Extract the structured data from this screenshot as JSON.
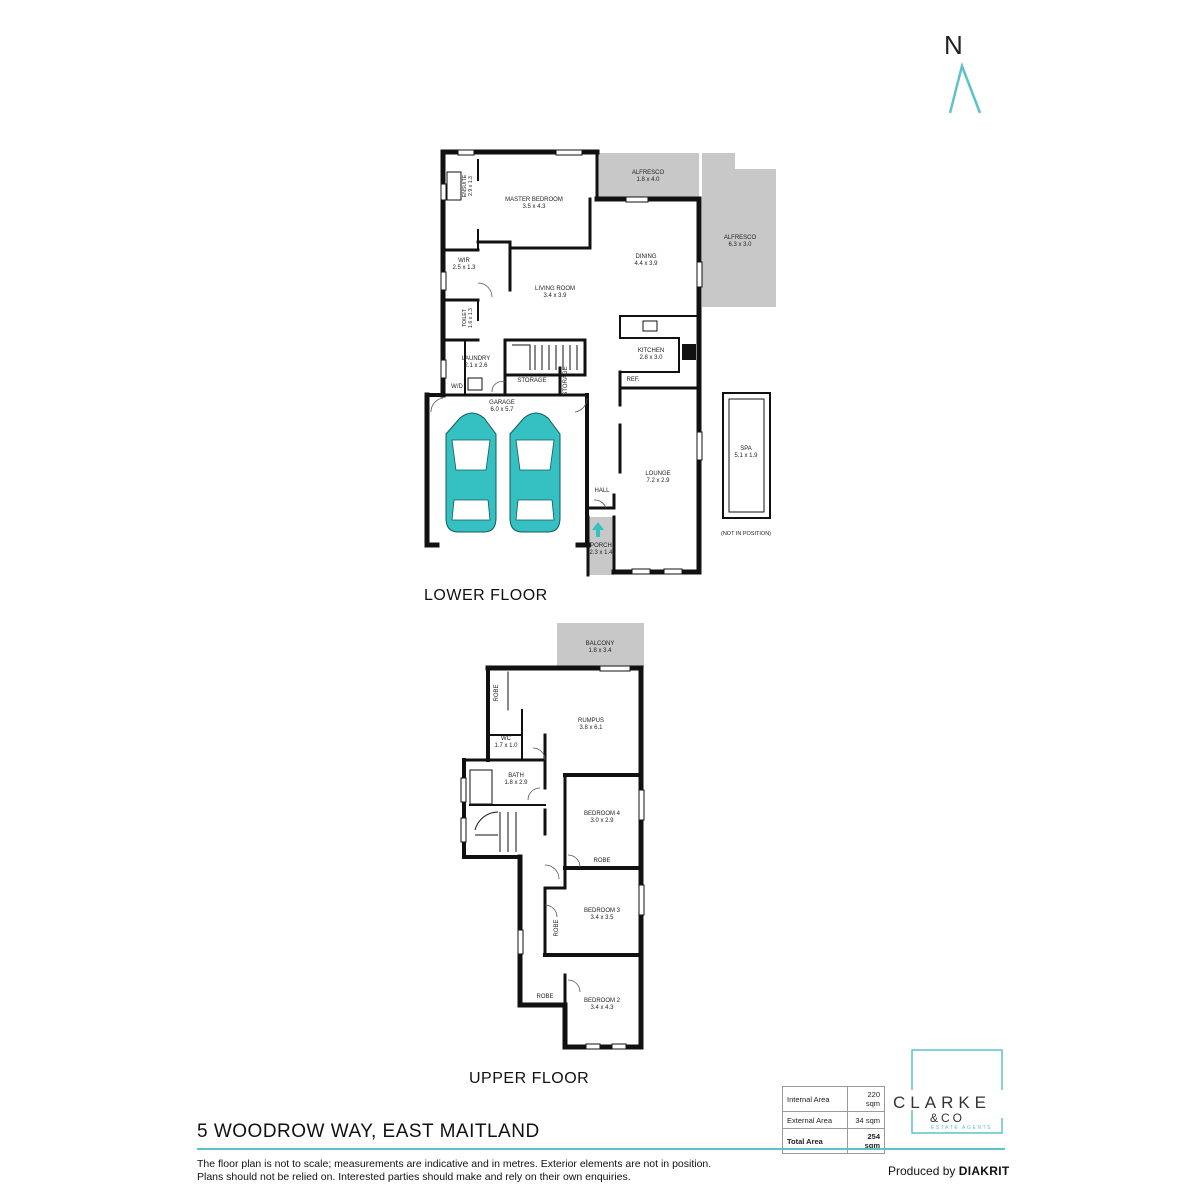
{
  "north": {
    "label": "N"
  },
  "floors": [
    {
      "title": "LOWER FLOOR"
    },
    {
      "title": "UPPER FLOOR"
    }
  ],
  "rooms": [
    {
      "key": "master",
      "name": "MASTER BEDROOM",
      "dims": "3.5 x 4.3"
    },
    {
      "key": "alf1",
      "name": "ALFRESCO",
      "dims": "1.8 x 4.0"
    },
    {
      "key": "alf2",
      "name": "ALFRESCO",
      "dims": "6.3 x 3.0"
    },
    {
      "key": "ensuite",
      "name": "ENSUITE",
      "dims": "2.9 x 1.3"
    },
    {
      "key": "wir",
      "name": "WIR",
      "dims": "2.5 x 1.3"
    },
    {
      "key": "dining",
      "name": "DINING",
      "dims": "4.4 x 3.9"
    },
    {
      "key": "living",
      "name": "LIVING ROOM",
      "dims": "3.4 x 3.9"
    },
    {
      "key": "toilet",
      "name": "TOILET",
      "dims": "1.6 x 1.3"
    },
    {
      "key": "kitchen",
      "name": "KITCHEN",
      "dims": "2.8 x 3.0"
    },
    {
      "key": "laundry",
      "name": "LAUNDRY",
      "dims": "2.1 x 2.6"
    },
    {
      "key": "garage",
      "name": "GARAGE",
      "dims": "6.0 x 5.7"
    },
    {
      "key": "spa",
      "name": "SPA",
      "dims": "5.1 x 1.9"
    },
    {
      "key": "lounge",
      "name": "LOUNGE",
      "dims": "7.2 x 2.9"
    },
    {
      "key": "porch",
      "name": "PORCH",
      "dims": "2.3 x 1.4"
    },
    {
      "key": "balcony",
      "name": "BALCONY",
      "dims": "1.8 x 3.4"
    },
    {
      "key": "rumpus",
      "name": "RUMPUS",
      "dims": "3.8 x 6.1"
    },
    {
      "key": "wc",
      "name": "WC",
      "dims": "1.7 x 1.0"
    },
    {
      "key": "bath",
      "name": "BATH",
      "dims": "1.8 x 2.9"
    },
    {
      "key": "bed4",
      "name": "BEDROOM 4",
      "dims": "3.0 x 2.9"
    },
    {
      "key": "bed3",
      "name": "BEDROOM 3",
      "dims": "3.4 x 3.5"
    },
    {
      "key": "bed2",
      "name": "BEDROOM 2",
      "dims": "3.4 x 4.3"
    }
  ],
  "labels": [
    {
      "key": "storage",
      "text": "STORAGE"
    },
    {
      "key": "storage2",
      "text": "STORAGE"
    },
    {
      "key": "wd",
      "text": "W/D"
    },
    {
      "key": "ref",
      "text": "REF."
    },
    {
      "key": "hall",
      "text": "HALL"
    },
    {
      "key": "notpos",
      "text": "(NOT IN POSITION)"
    },
    {
      "key": "robe1",
      "text": "ROBE"
    },
    {
      "key": "robe2",
      "text": "ROBE"
    },
    {
      "key": "robe3",
      "text": "ROBE"
    },
    {
      "key": "robe4",
      "text": "ROBE"
    }
  ],
  "address": "5 WOODROW WAY, EAST MAITLAND",
  "disclaimer": [
    "The floor plan is not to scale; measurements are indicative and in metres. Exterior elements are not in position.",
    "Plans should not be relied on. Interested parties should make and rely on their own enquiries."
  ],
  "produced_by": {
    "prefix": "Produced by",
    "brand": "DIAKRIT"
  },
  "areas": [
    {
      "label": "Internal Area",
      "value": "220 sqm"
    },
    {
      "label": "External Area",
      "value": "34 sqm"
    },
    {
      "label": "Total Area",
      "value": "254 sqm"
    }
  ],
  "logo": {
    "main": "CLARKE",
    "amp": "&",
    "co": "CO",
    "sub": "ESTATE AGENTS"
  },
  "colors": {
    "accent": "#5bc3c9",
    "wall": "#111111",
    "exterior_fill": "#c8c8c8",
    "car": "#35c0c2"
  }
}
